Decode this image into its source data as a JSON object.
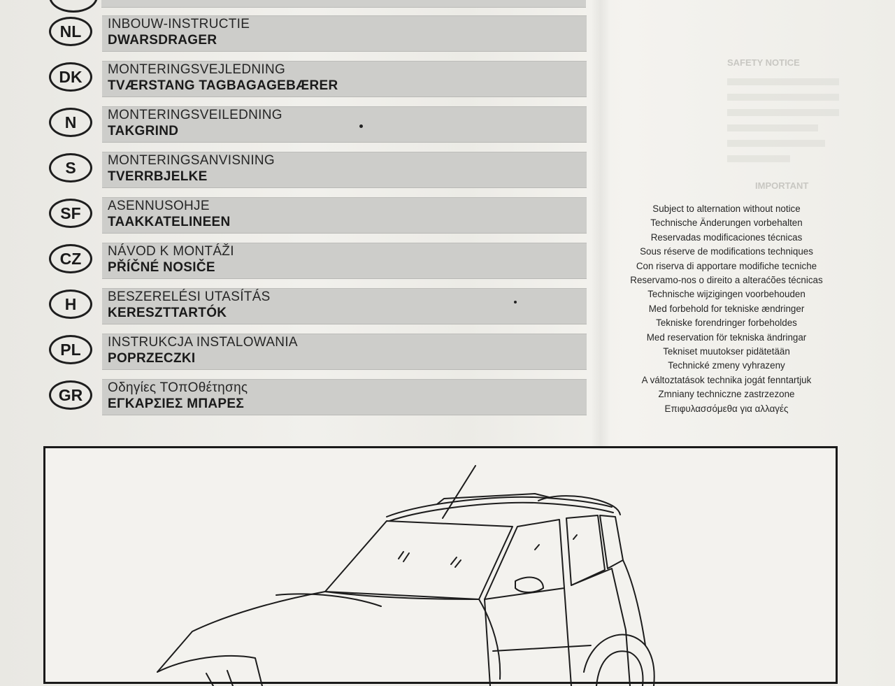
{
  "languages": [
    {
      "code": "NL",
      "line1": "INBOUW-INSTRUCTIE",
      "line2": "DWARSDRAGER"
    },
    {
      "code": "DK",
      "line1": "MONTERINGSVEJLEDNING",
      "line2": "TVÆRSTANG TAGBAGAGEBÆRER"
    },
    {
      "code": "N",
      "line1": "MONTERINGSVEILEDNING",
      "line2": "TAKGRIND"
    },
    {
      "code": "S",
      "line1": "MONTERINGSANVISNING",
      "line2": "TVERRBJELKE"
    },
    {
      "code": "SF",
      "line1": "ASENNUSOHJE",
      "line2": "TAAKKATELINEEN"
    },
    {
      "code": "CZ",
      "line1": "NÁVOD K MONTÁŽI",
      "line2": "PŘÍČNÉ NOSIČE"
    },
    {
      "code": "H",
      "line1": "BESZERELÉSI UTASÍTÁS",
      "line2": "KERESZTTARTÓK"
    },
    {
      "code": "PL",
      "line1": "INSTRUKCJA INSTALOWANIA",
      "line2": "POPRZECZKI"
    },
    {
      "code": "GR",
      "line1": "Οδηγίες ΤΟπΟθέτησης",
      "line2": "ΕΓΚΑΡΣΙΕΣ ΜΠΑΡΕΣ"
    }
  ],
  "notices": [
    "Subject to alternation without notice",
    "Technische Änderungen vorbehalten",
    "Reservadas modificaciones técnicas",
    "Sous réserve de modifications techniques",
    "Con riserva di apportare modifiche tecniche",
    "Reservamo-nos o direito a alteraćões técnicas",
    "Technische wijzigingen voorbehouden",
    "Med forbehold for tekniske ændringer",
    "Tekniske forendringer forbeholdes",
    "Med reservation för tekniska ändringar",
    "Tekniset muutokser pidätetään",
    "Technické zmeny vyhrazeny",
    "A változtatások technika jogát fenntartjuk",
    "Zmniany techniczne zastrzezone",
    "Επιφυλασσόμεθα για αλλαγές"
  ]
}
